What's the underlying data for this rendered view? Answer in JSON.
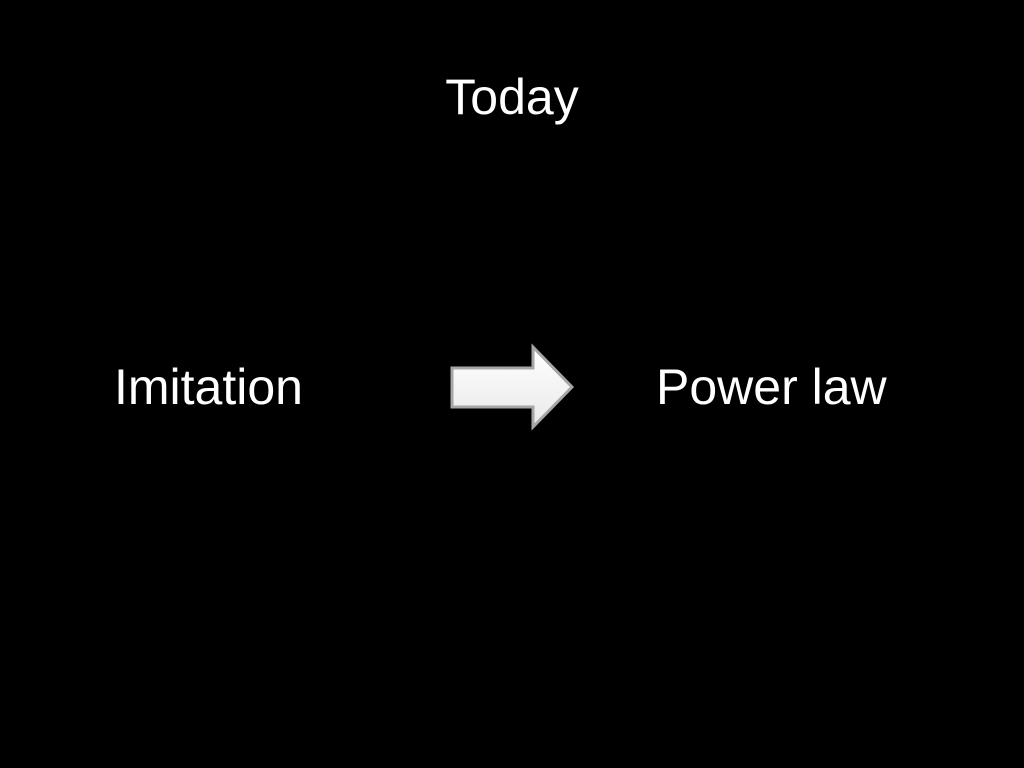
{
  "slide": {
    "title": "Today",
    "left_term": "Imitation",
    "right_term": "Power law",
    "arrow_icon": "right-arrow-icon"
  },
  "colors": {
    "background": "#000000",
    "text": "#ffffff",
    "arrow_fill": "#ffffff",
    "arrow_stroke": "#a6a6a6"
  }
}
